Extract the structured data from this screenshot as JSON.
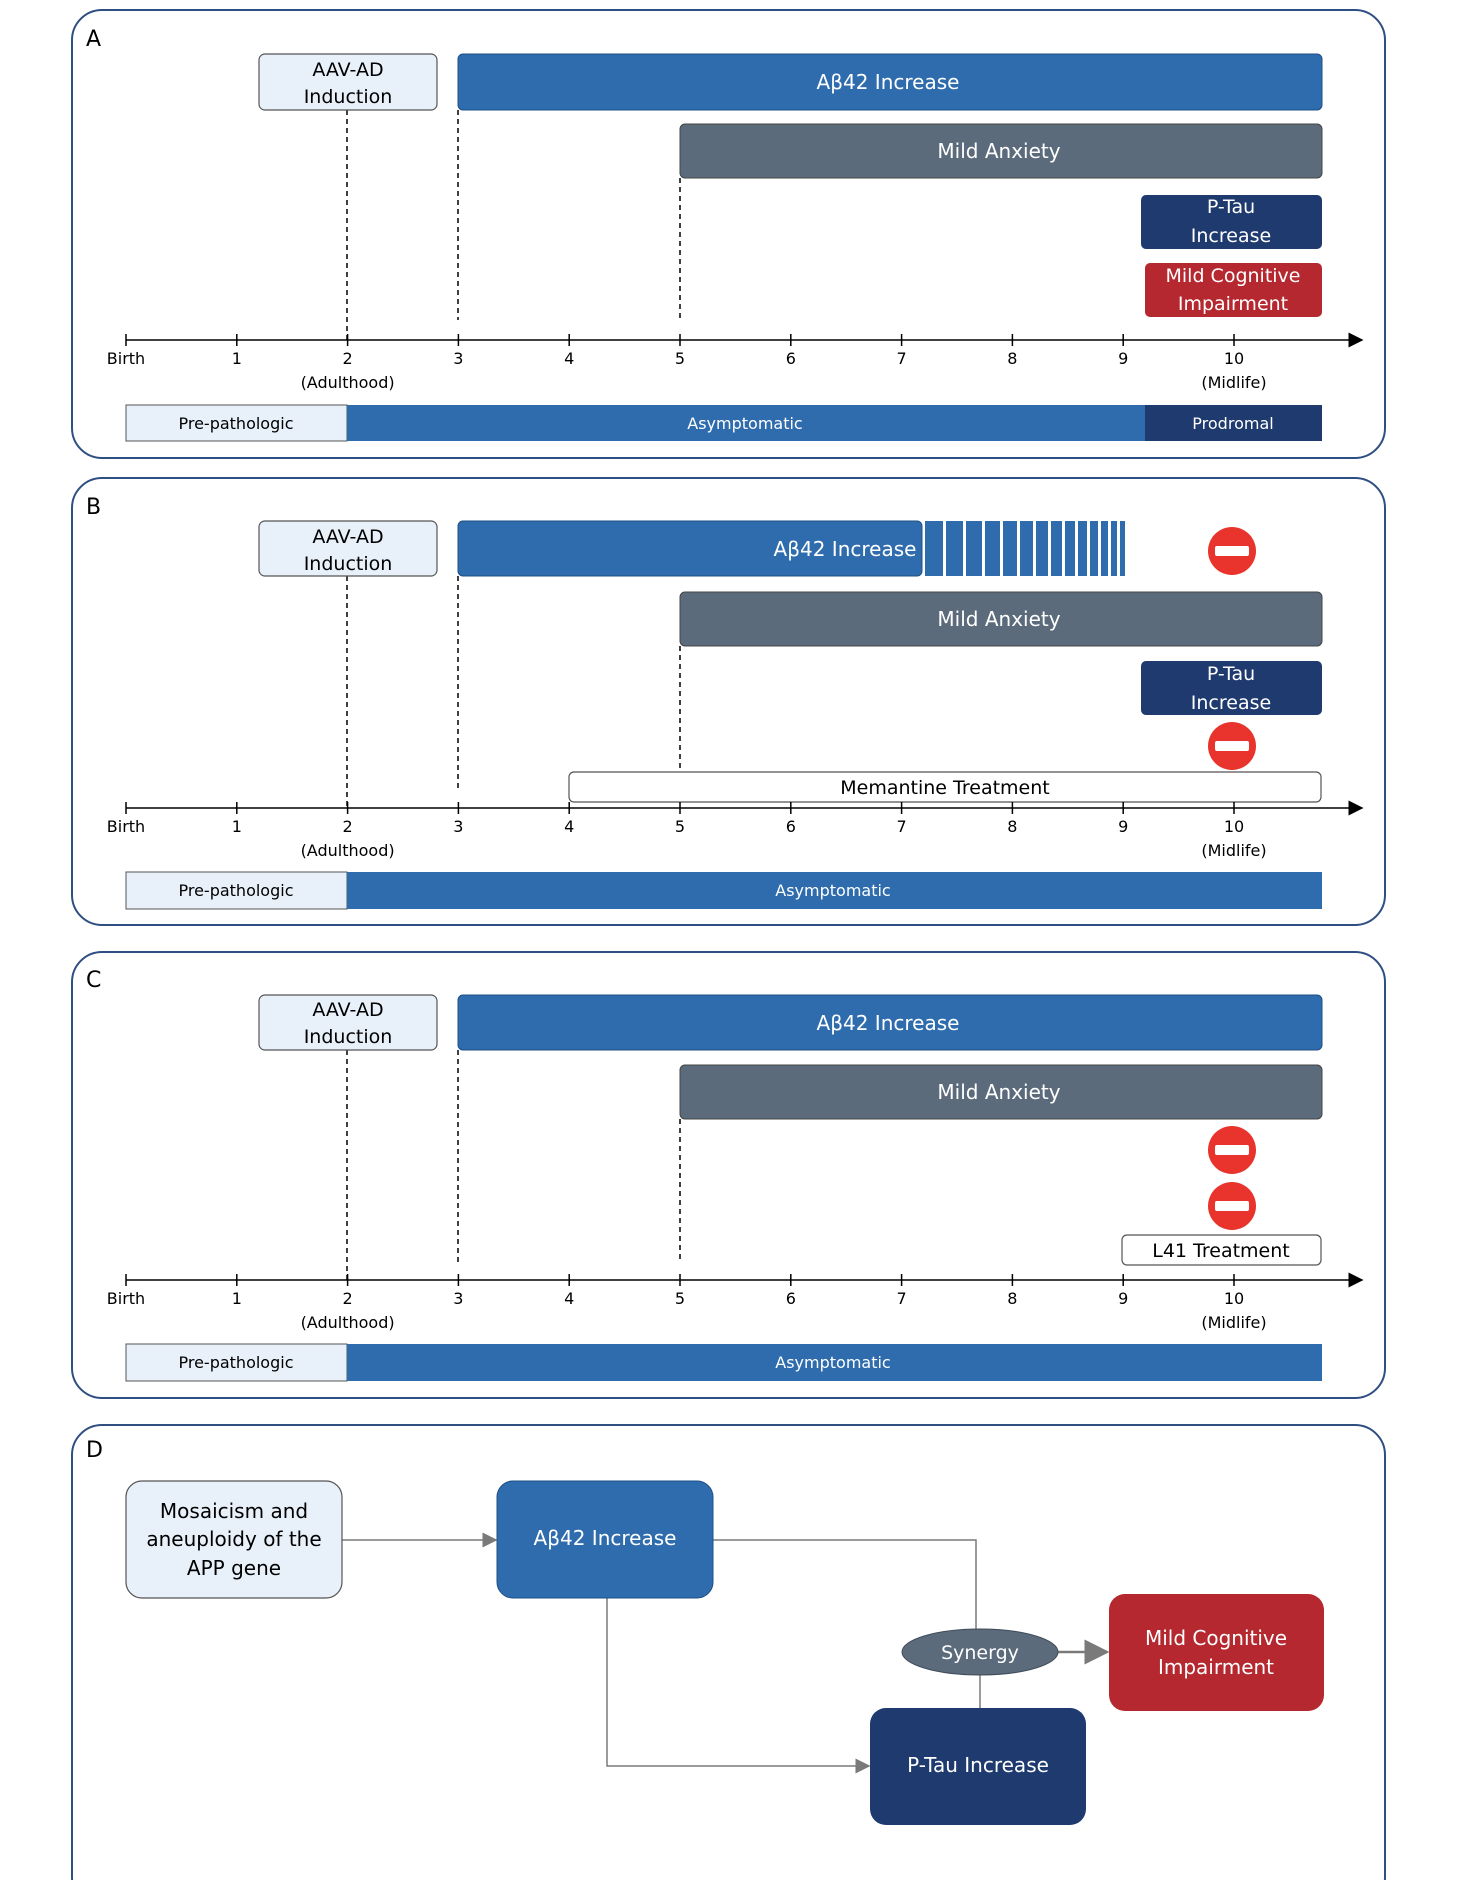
{
  "axis_labels": [
    "Birth",
    "1",
    "2",
    "3",
    "4",
    "5",
    "6",
    "7",
    "8",
    "9",
    "10"
  ],
  "adulthood_label": "(Adulthood)",
  "midlife_label": "(Midlife)",
  "colors": {
    "panel_border": "#2f4f82",
    "abeta": "#2e6cad",
    "anxiety": "#5b6b7c",
    "ptau": "#1e3a6e",
    "mci": "#b5282f",
    "light_box": "#e8f1fa",
    "stop_red": "#e8342c"
  },
  "panels": {
    "a": {
      "letter": "A",
      "induction_line1": "AAV-AD",
      "induction_line2": "Induction",
      "abeta": "Aβ42 Increase",
      "anxiety": "Mild Anxiety",
      "ptau_line1": "P-Tau",
      "ptau_line2": "Increase",
      "mci_line1": "Mild Cognitive",
      "mci_line2": "Impairment",
      "stage1": "Pre-pathologic",
      "stage2": "Asymptomatic",
      "stage3": "Prodromal"
    },
    "b": {
      "letter": "B",
      "induction_line1": "AAV-AD",
      "induction_line2": "Induction",
      "abeta": "Aβ42 Increase",
      "anxiety": "Mild Anxiety",
      "ptau_line1": "P-Tau",
      "ptau_line2": "Increase",
      "treatment": "Memantine Treatment",
      "stage1": "Pre-pathologic",
      "stage2": "Asymptomatic"
    },
    "c": {
      "letter": "C",
      "induction_line1": "AAV-AD",
      "induction_line2": "Induction",
      "abeta": "Aβ42 Increase",
      "anxiety": "Mild Anxiety",
      "treatment": "L41 Treatment",
      "stage1": "Pre-pathologic",
      "stage2": "Asymptomatic"
    },
    "d": {
      "letter": "D",
      "mosaic_line1": "Mosaicism and",
      "mosaic_line2": "aneuploidy of the",
      "mosaic_line3": "APP gene",
      "abeta": "Aβ42 Increase",
      "synergy": "Synergy",
      "mci_line1": "Mild Cognitive",
      "mci_line2": "Impairment",
      "ptau": "P-Tau Increase"
    }
  }
}
